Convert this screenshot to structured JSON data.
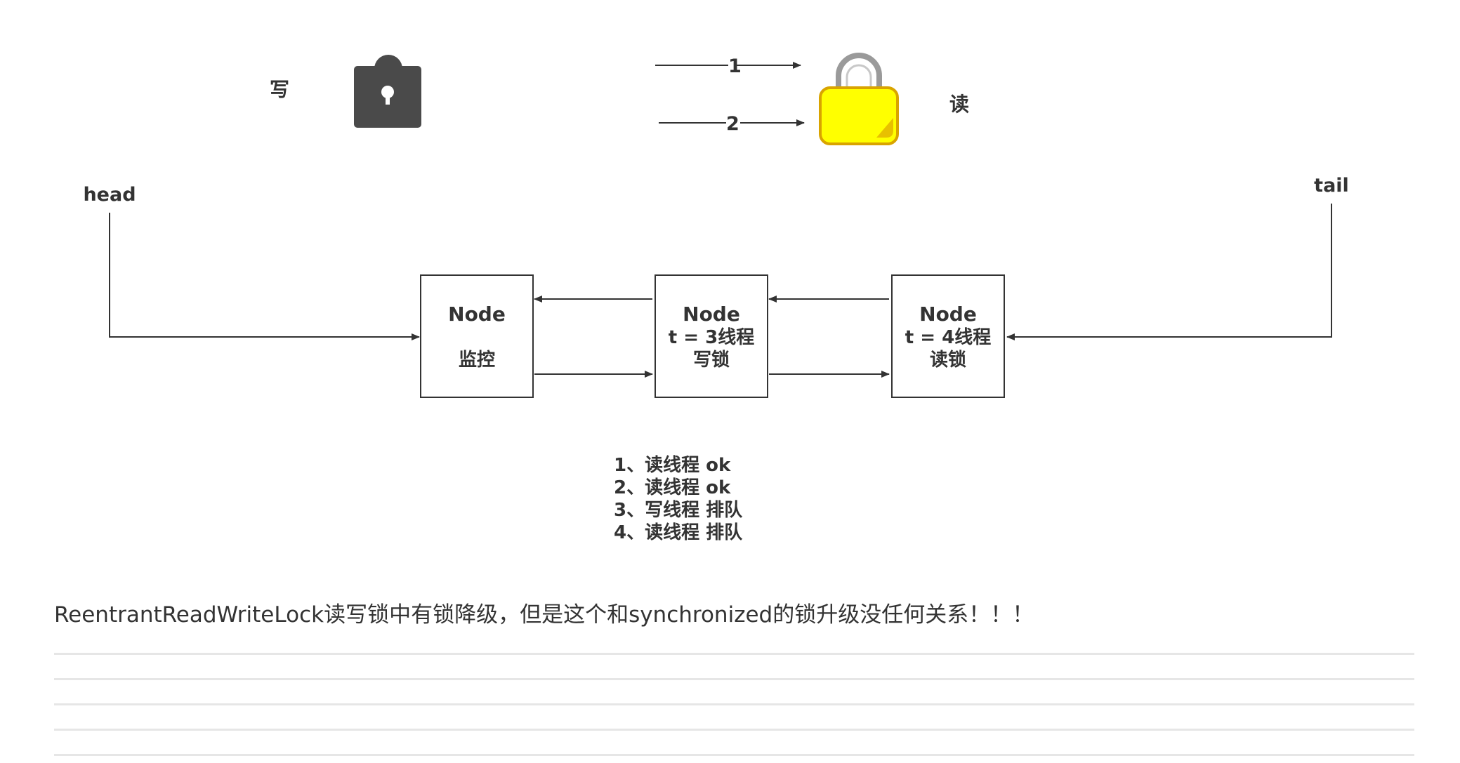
{
  "write_label": "写",
  "read_label": "读",
  "arrow_labels": [
    "1",
    "2"
  ],
  "head_label": "head",
  "tail_label": "tail",
  "nodes": [
    {
      "title": "Node",
      "line2": "",
      "line3": "监控"
    },
    {
      "title": "Node",
      "line2": "t = 3线程",
      "line3": "写锁"
    },
    {
      "title": "Node",
      "line2": "t = 4线程",
      "line3": "读锁"
    }
  ],
  "notes": [
    "1、读线程 ok",
    "2、读线程 ok",
    "3、写线程 排队",
    "4、读线程 排队"
  ],
  "caption": "ReentrantReadWriteLock读写锁中有锁降级，但是这个和synchronized的锁升级没任何关系！！！",
  "icons": {
    "write_lock": "lock-closed-icon",
    "read_lock": "padlock-open-icon"
  },
  "colors": {
    "dark_lock": "#4a4a4a",
    "yellow_lock": "#ffff00",
    "yellow_lock_border": "#d9a400",
    "shackle": "#9a9a9a",
    "line": "#333333"
  }
}
